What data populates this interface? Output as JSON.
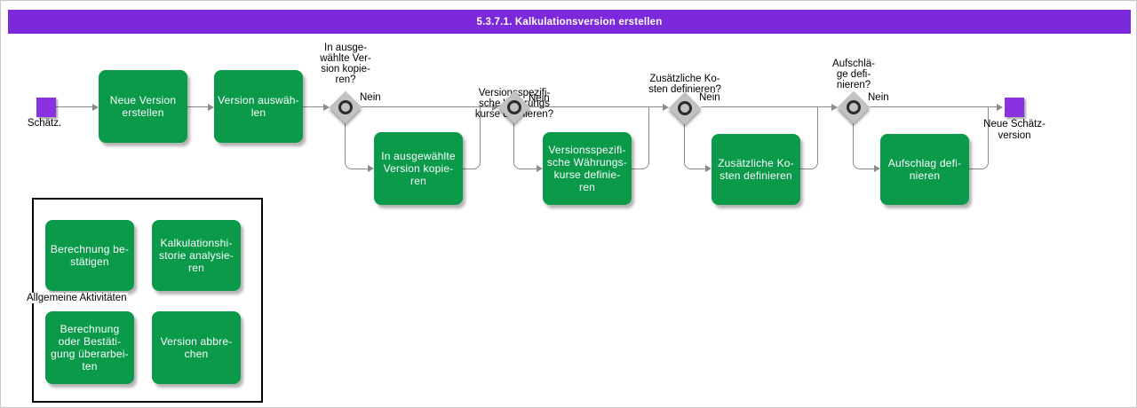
{
  "title": "5.3.7.1. Kalkulationsversion erstellen",
  "colors": {
    "title_bar": "#7c29dc",
    "event": "#8a32e0",
    "task": "#0a9a4a",
    "connector": "#8a8a8a",
    "gateway": "#c2c2c2"
  },
  "events": {
    "start": {
      "label": "Schätz."
    },
    "end": {
      "label": "Neue Schätz-\nversion"
    }
  },
  "tasks": [
    {
      "label": "Neue Version\nerstellen"
    },
    {
      "label": "Version auswäh-\nlen"
    },
    {
      "label": "In ausgewählte\nVersion kopie-\nren"
    },
    {
      "label": "Versionsspezifi-\nsche Währungs-\nkurse definie-\nren"
    },
    {
      "label": "Zusätzliche Ko-\nsten definieren"
    },
    {
      "label": "Aufschlag defi-\nnieren"
    }
  ],
  "decisions": [
    {
      "question": "In ausge-\nwählte Ver-\nsion kopie-\nren?",
      "no_label": "Nein"
    },
    {
      "question": "Versionsspezifi-\nsche Währungs\nkurse definieren?",
      "no_label": "Nein"
    },
    {
      "question": "Zusätzliche Ko-\nsten definieren?",
      "no_label": "Nein"
    },
    {
      "question": "Aufschlä-\nge defi-\nnieren?",
      "no_label": "Nein"
    }
  ],
  "general_activities": {
    "label": "Allgemeine Aktivitäten",
    "items": [
      {
        "label": "Berechnung be-\nstätigen"
      },
      {
        "label": "Kalkulationshi-\nstorie analysie-\nren"
      },
      {
        "label": "Berechnung\noder Bestäti-\ngung überarbei-\nten"
      },
      {
        "label": "Version abbre-\nchen"
      }
    ]
  }
}
